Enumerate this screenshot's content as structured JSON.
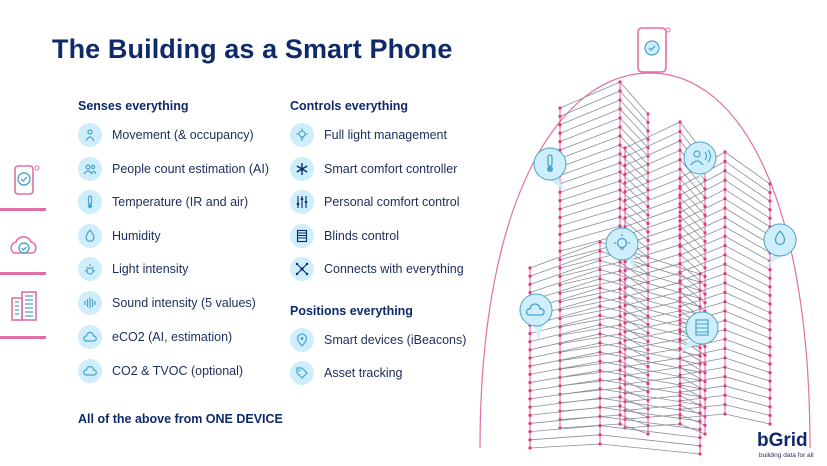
{
  "title": "The Building as a Smart Phone",
  "senses": {
    "heading": "Senses everything",
    "items": [
      {
        "label": "Movement (& occupancy)",
        "icon": "movement-icon"
      },
      {
        "label": "People count estimation (AI)",
        "icon": "people-icon"
      },
      {
        "label": "Temperature (IR and air)",
        "icon": "thermometer-icon"
      },
      {
        "label": "Humidity",
        "icon": "droplet-icon"
      },
      {
        "label": "Light intensity",
        "icon": "sun-icon"
      },
      {
        "label": "Sound intensity (5 values)",
        "icon": "sound-icon"
      },
      {
        "label": "eCO2 (AI, estimation)",
        "icon": "cloud-icon"
      },
      {
        "label": "CO2 & TVOC (optional)",
        "icon": "cloud-icon"
      }
    ]
  },
  "controls": {
    "heading": "Controls everything",
    "items": [
      {
        "label": "Full light management",
        "icon": "bulb-icon"
      },
      {
        "label": "Smart comfort controller",
        "icon": "snowflake-icon"
      },
      {
        "label": "Personal comfort control",
        "icon": "sliders-icon"
      },
      {
        "label": "Blinds control",
        "icon": "blinds-icon"
      },
      {
        "label": "Connects with everything",
        "icon": "network-icon"
      }
    ]
  },
  "positions": {
    "heading": "Positions everything",
    "items": [
      {
        "label": "Smart devices (iBeacons)",
        "icon": "location-pin-icon"
      },
      {
        "label": "Asset tracking",
        "icon": "tag-icon"
      }
    ]
  },
  "footer": "All of the above from ONE DEVICE",
  "logo": {
    "name": "bGrid",
    "tagline": "building data for all"
  },
  "colors": {
    "navy": "#0e2a6b",
    "accent_pink": "#e06fa6",
    "icon_bg": "#cdeefa",
    "icon_stroke": "#4aa3c8"
  }
}
